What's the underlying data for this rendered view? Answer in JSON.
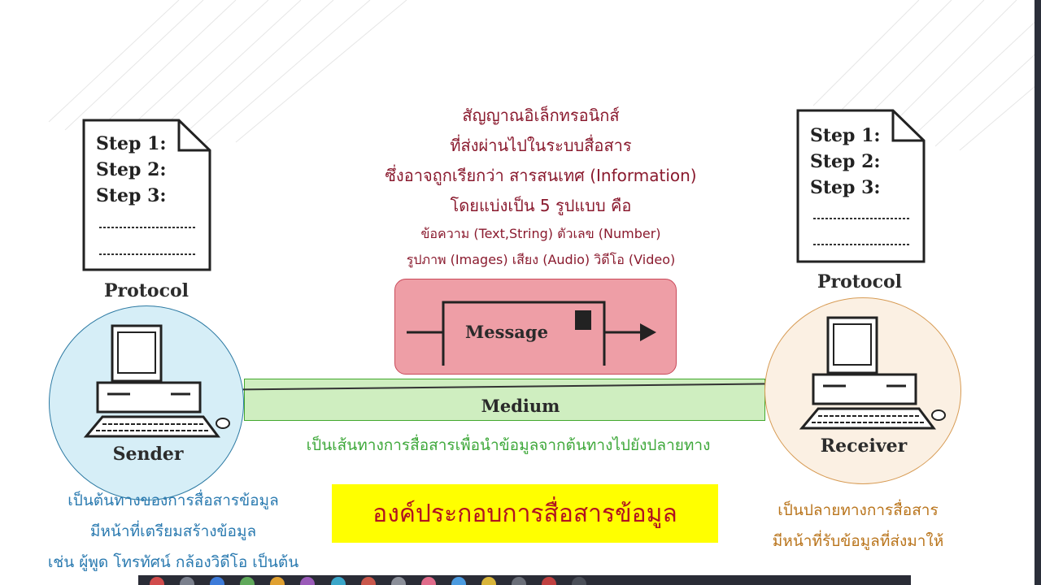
{
  "colors": {
    "info_text": "#8a1a2e",
    "sender_text": "#2a7ab0",
    "receiver_text": "#b9741b",
    "medium_text": "#3ea83a",
    "title_text": "#b01220",
    "title_background": "#ffff00",
    "message_box": "#ee9ea6",
    "medium_bar": "#cfeec0",
    "sender_circle": "#d6eef7",
    "receiver_circle": "#fbf0e3"
  },
  "sender_doc": {
    "steps": [
      "Step 1:",
      "Step 2:",
      "Step 3:"
    ],
    "label": "Protocol"
  },
  "receiver_doc": {
    "steps": [
      "Step 1:",
      "Step 2:",
      "Step 3:"
    ],
    "label": "Protocol"
  },
  "info": {
    "lines": [
      "สัญญาณอิเล็กทรอนิกส์",
      "ที่ส่งผ่านไปในระบบสื่อสาร",
      "ซึ่งอาจถูกเรียกว่า สารสนเทศ (Information)",
      "โดยแบ่งเป็น 5 รูปแบบ คือ"
    ],
    "formats": [
      "ข้อความ (Text,String)  ตัวเลข (Number)",
      "รูปภาพ (Images)  เสียง (Audio)  วิดีโอ (Video)"
    ]
  },
  "message": {
    "label": "Message"
  },
  "medium": {
    "label": "Medium",
    "description": "เป็นเส้นทางการสื่อสารเพื่อนำข้อมูลจากต้นทางไปยังปลายทาง"
  },
  "sender": {
    "label": "Sender",
    "description": [
      "เป็นต้นทางของการสื่อสารข้อมูล",
      "มีหน้าที่เตรียมสร้างข้อมูล",
      "เช่น ผู้พูด โทรทัศน์ กล้องวิดีโอ เป็นต้น"
    ]
  },
  "receiver": {
    "label": "Receiver",
    "description": [
      "เป็นปลายทางการสื่อสาร",
      "มีหน้าที่รับข้อมูลที่ส่งมาให้"
    ]
  },
  "title": "องค์ประกอบการสื่อสารข้อมูล"
}
